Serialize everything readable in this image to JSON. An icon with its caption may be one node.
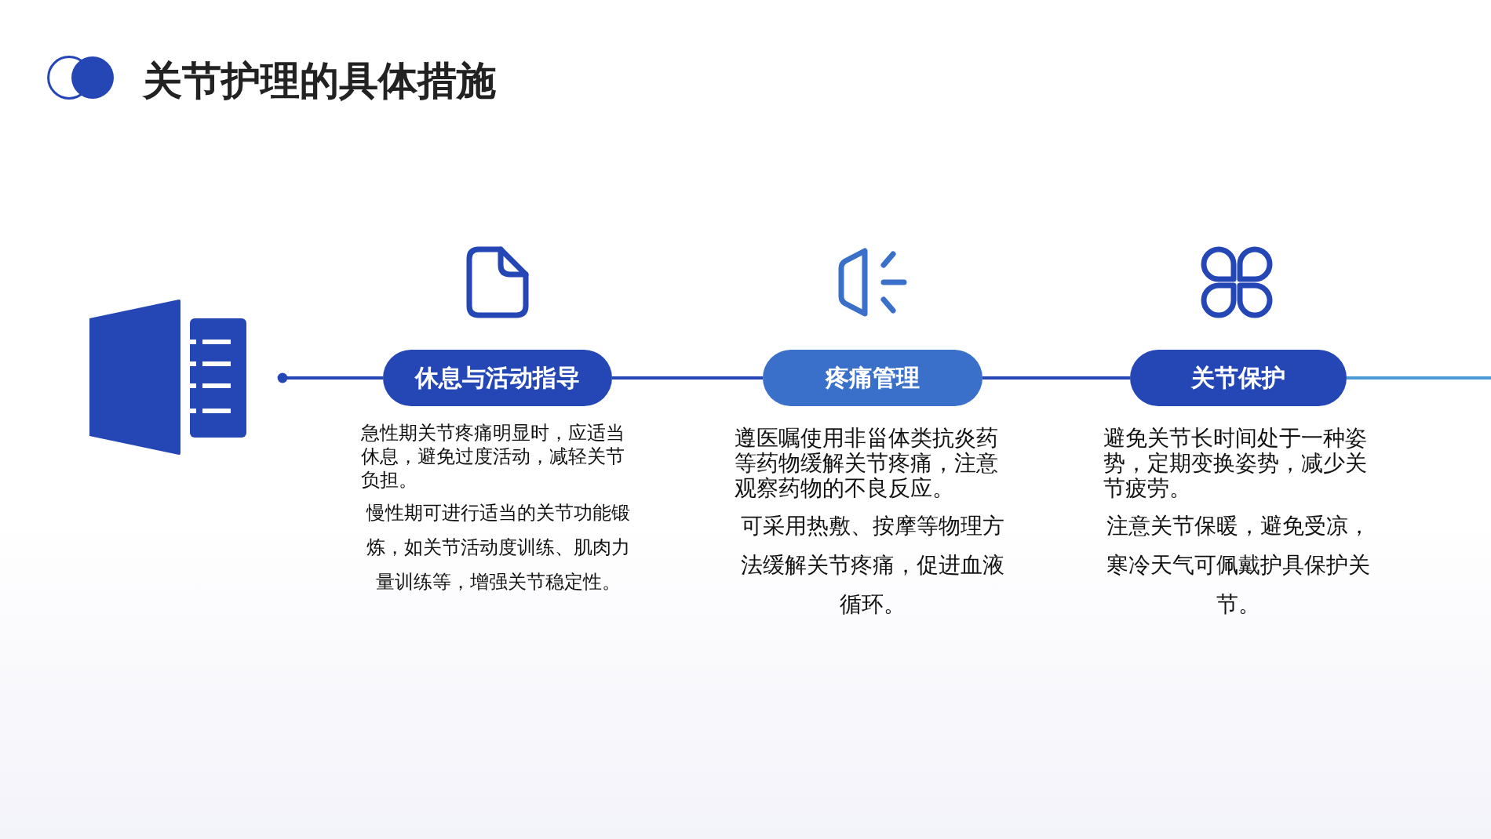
{
  "diagram": {
    "title": "关节护理的具体措施",
    "nodes": [
      {
        "text": [
          "休息与活动指导"
        ],
        "beside": [
          "急性期关节疼痛明显时，应适当休息，避免过度活动，减轻关节负担。",
          "慢性期可进行适当的关节功能锻炼，如关节活动度训练、肌肉力量训练等，增强关节稳定性。"
        ]
      },
      {
        "text": [
          "疼痛管理"
        ],
        "beside": [
          "遵医嘱使用非甾体类抗炎药等药物缓解关节疼痛，注意观察药物的不良反应。",
          "可采用热敷、按摩等物理方法缓解关节疼痛，促进血液循环。"
        ]
      },
      {
        "text": [
          "关节保护"
        ],
        "beside": [
          "避免关节长时间处于一种姿势，定期变换姿势，减少关节疲劳。",
          "注意关节保暖，避免受凉，寒冷天气可佩戴护具保护关节。"
        ]
      }
    ],
    "edges": [
      {
        "from": null,
        "to": 0,
        "arrow": "other"
      },
      {
        "from": 0,
        "to": 1,
        "arrow": "none"
      },
      {
        "from": 1,
        "to": 2,
        "arrow": "none"
      },
      {
        "from": 2,
        "to": null,
        "arrow": "none",
        "color": "#4a9ad6"
      }
    ]
  }
}
